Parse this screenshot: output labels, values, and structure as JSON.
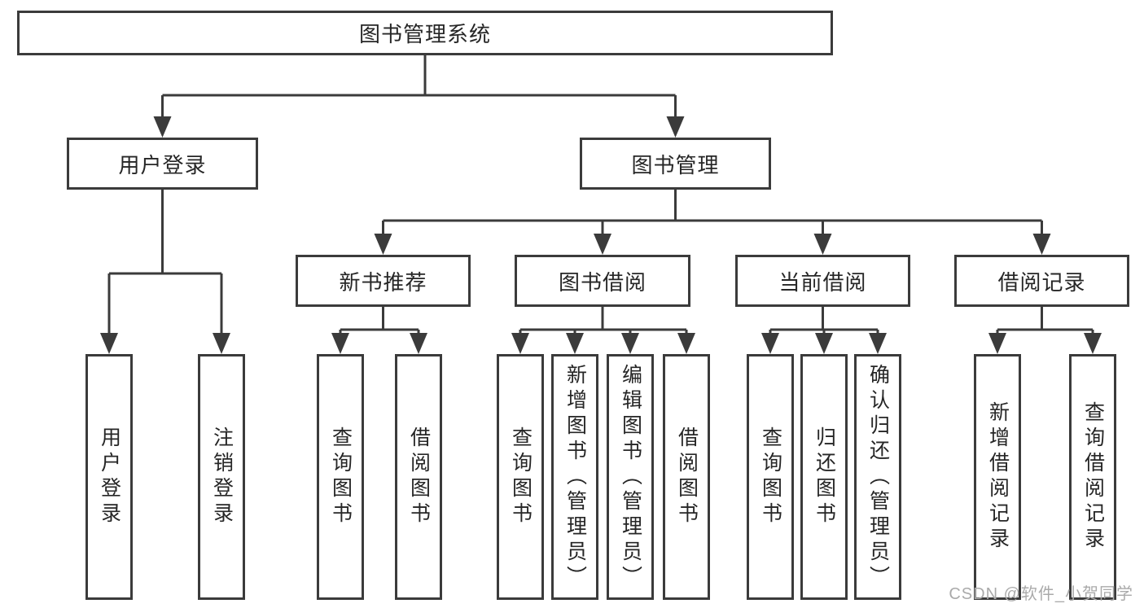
{
  "tree": {
    "label": "图书管理系统",
    "children": [
      {
        "label": "用户登录",
        "children": [
          {
            "label": "用户登录"
          },
          {
            "label": "注销登录"
          }
        ]
      },
      {
        "label": "图书管理",
        "children": [
          {
            "label": "新书推荐",
            "children": [
              {
                "label": "查询图书"
              },
              {
                "label": "借阅图书"
              }
            ]
          },
          {
            "label": "图书借阅",
            "children": [
              {
                "label": "查询图书"
              },
              {
                "label": "新增图书（管理员）"
              },
              {
                "label": "编辑图书（管理员）"
              },
              {
                "label": "借阅图书"
              }
            ]
          },
          {
            "label": "当前借阅",
            "children": [
              {
                "label": "查询图书"
              },
              {
                "label": "归还图书"
              },
              {
                "label": "确认归还（管理员）"
              }
            ]
          },
          {
            "label": "借阅记录",
            "children": [
              {
                "label": "新增借阅记录"
              },
              {
                "label": "查询借阅记录"
              }
            ]
          }
        ]
      }
    ]
  },
  "watermark": "CSDN @软件_小贺同学",
  "colors": {
    "line": "#3b3b3b",
    "box_border": "#3b3b3b",
    "text": "#262626",
    "watermark": "#aaaaaa",
    "background": "#ffffff"
  }
}
